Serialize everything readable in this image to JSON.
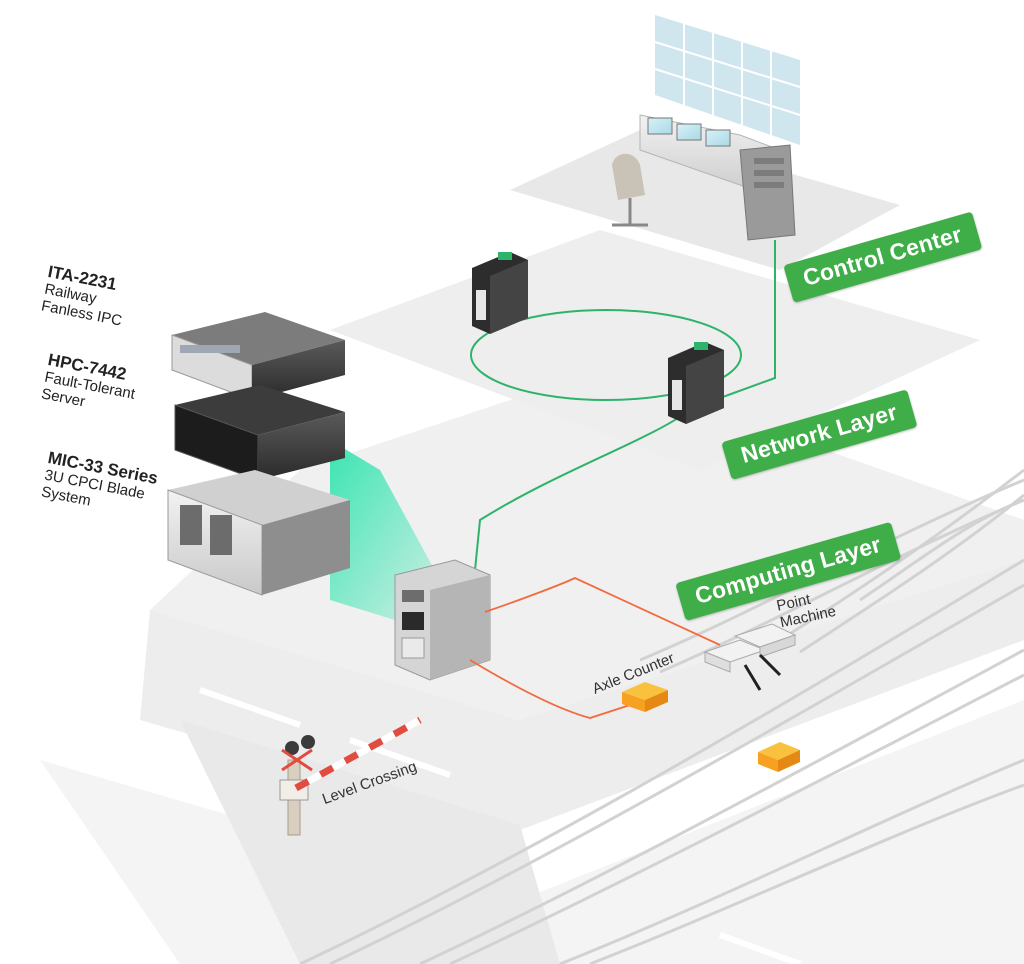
{
  "layers": {
    "control_center": "Control Center",
    "network_layer": "Network Layer",
    "computing_layer": "Computing Layer"
  },
  "products": [
    {
      "name": "ITA-2231",
      "description": [
        "Railway",
        "Fanless IPC"
      ]
    },
    {
      "name": "HPC-7442",
      "description": [
        "Fault-Tolerant",
        "Server"
      ]
    },
    {
      "name": "MIC-33 Series",
      "description": [
        "3U CPCI Blade",
        "System"
      ]
    }
  ],
  "devices": {
    "point_machine": [
      "Point",
      "Machine"
    ],
    "axle_counter": "Axle Counter",
    "level_crossing": "Level Crossing"
  },
  "colors": {
    "badge_green": "#3fae49",
    "network_line": "#2fb36a",
    "signal_line": "#f26a3d",
    "sensor_orange": "#f7a021",
    "highlight_glow": "#19e3a6"
  }
}
